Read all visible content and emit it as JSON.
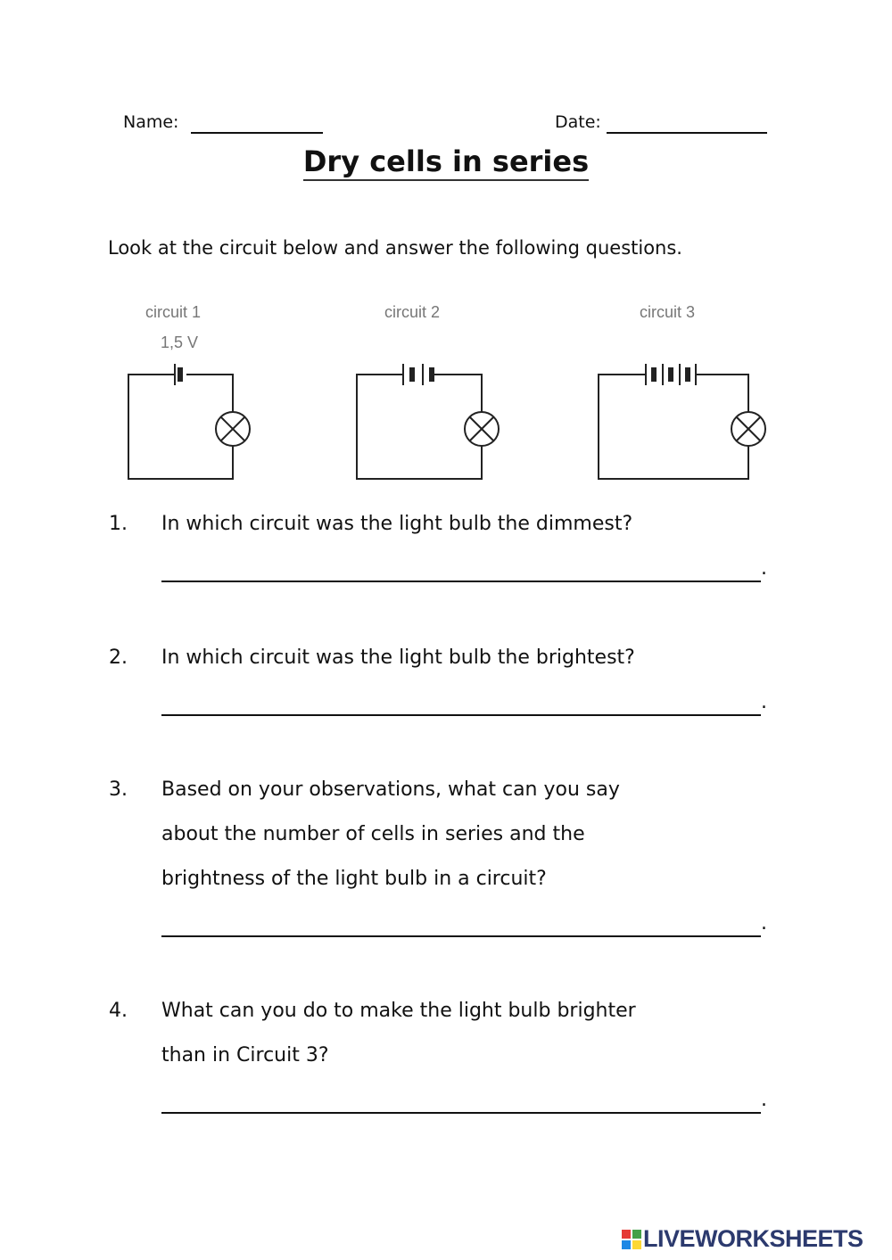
{
  "header": {
    "name_label": "Name:",
    "date_label": "Date:"
  },
  "title": "Dry cells in series",
  "instruction": "Look at the circuit below and answer the following questions.",
  "circuits": [
    {
      "caption": "circuit 1",
      "voltage_label": "1,5 V",
      "cells": 1
    },
    {
      "caption": "circuit 2",
      "cells": 2
    },
    {
      "caption": "circuit 3",
      "cells": 3
    }
  ],
  "questions": [
    {
      "number": "1.",
      "lines": [
        "In which circuit was the light bulb the dimmest?"
      ]
    },
    {
      "number": "2.",
      "lines": [
        "In which circuit was the light bulb the brightest?"
      ]
    },
    {
      "number": "3.",
      "lines": [
        "Based on your observations, what can you say",
        "about the number of cells in series and the",
        "brightness of the light bulb in a circuit?"
      ]
    },
    {
      "number": "4.",
      "lines": [
        "What can you do to make the light bulb brighter",
        "than in Circuit 3?"
      ]
    }
  ],
  "answer_end": ".",
  "footer": {
    "logo_text": "LIVEWORKSHEETS",
    "logo_colors": [
      "#e53935",
      "#43a047",
      "#1e88e5",
      "#fdd835"
    ]
  }
}
